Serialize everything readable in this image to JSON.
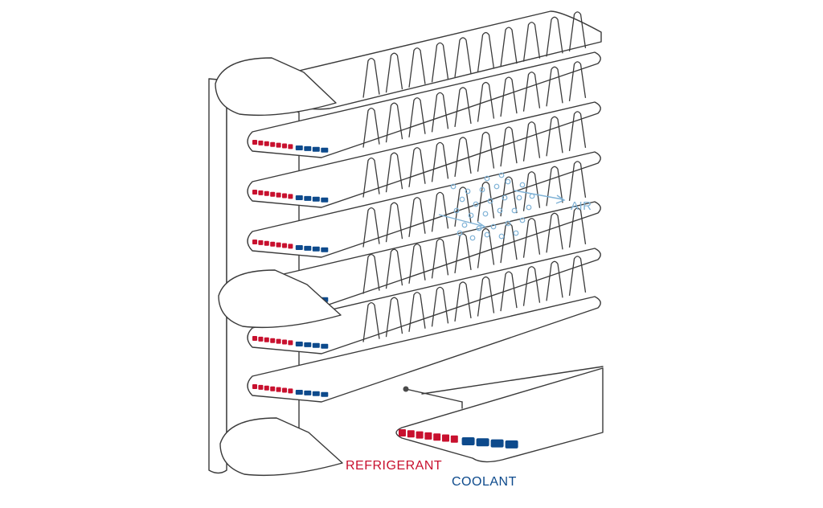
{
  "labels": {
    "air": "AIR",
    "refrigerant": "REFRIGERANT",
    "coolant": "COOLANT"
  },
  "colors": {
    "refrigerant": "#c8102e",
    "coolant": "#0d4a8c",
    "air": "#7fb2d6",
    "line": "#3a3a3a"
  },
  "tube_channels": {
    "refrigerant_count": 7,
    "coolant_count": 4
  },
  "icons": [
    "air-flow-arrow",
    "air-bubbles"
  ]
}
